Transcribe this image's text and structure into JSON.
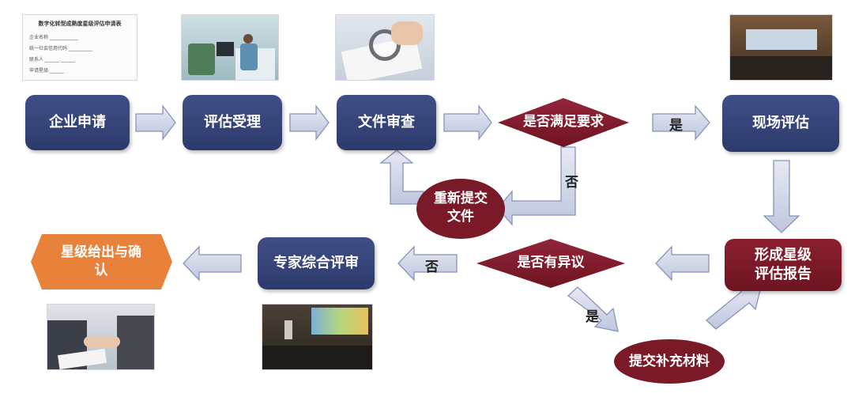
{
  "colors": {
    "navy": "#34427a",
    "maroon": "#7a1a28",
    "orange": "#e8823a",
    "arrow_fill": "#d3d8ea",
    "arrow_stroke": "#8a93b8"
  },
  "nodes": {
    "apply": "企业申请",
    "accept": "评估受理",
    "review": "文件审查",
    "decision_meet": "是否满足要求",
    "onsite": "现场评估",
    "resubmit": "重新提交文件",
    "report": "形成星级评估报告",
    "decision_objection": "是否有异议",
    "expert": "专家综合评审",
    "final": "星级给出与确认",
    "supplement": "提交补充材料"
  },
  "labels": {
    "yes_1": "是",
    "no_1": "否",
    "no_2": "否",
    "yes_2": "是"
  },
  "photos": {
    "form_title": "数字化转型成熟度星级评估申请表",
    "form_fields": [
      "企业名称",
      "统一社会信用代码",
      "联系人",
      "申请星级"
    ]
  }
}
